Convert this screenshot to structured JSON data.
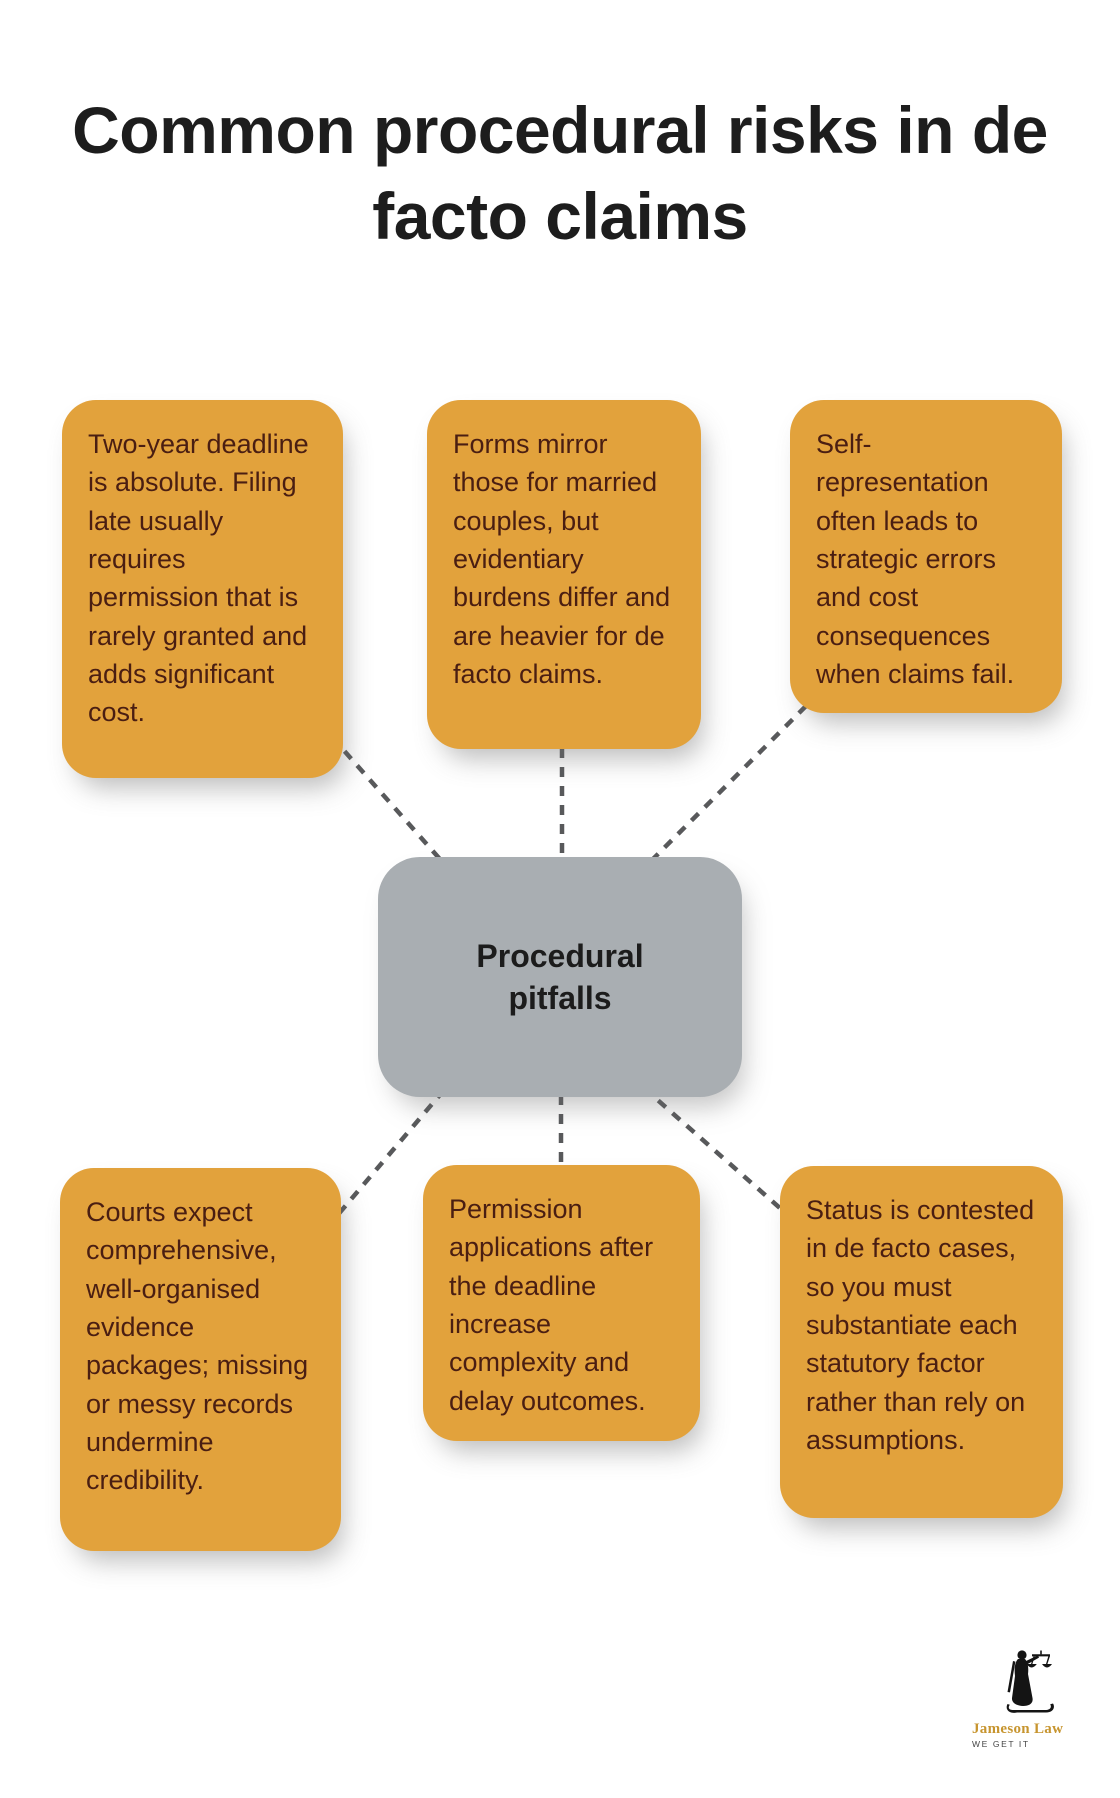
{
  "title_lines": [
    "Common procedural risks in de",
    "facto claims"
  ],
  "center": {
    "label": "Procedural pitfalls"
  },
  "nodes": [
    {
      "id": "deadline",
      "text": "Two-year deadline is absolute. Filing late usually requires permission that is rarely granted and adds significant cost."
    },
    {
      "id": "forms",
      "text": "Forms mirror those for married couples, but evidentiary burdens differ and are heavier for de facto claims."
    },
    {
      "id": "self-representation",
      "text": "Self-representation often leads to strategic errors and cost consequences when claims fail."
    },
    {
      "id": "evidence",
      "text": "Courts expect comprehensive, well-organised evidence packages; missing or messy records undermine credibility."
    },
    {
      "id": "permission",
      "text": "Permission applications after the deadline increase complexity and delay outcomes."
    },
    {
      "id": "status",
      "text": "Status is contested in de facto cases, so you must substantiate each statutory factor rather than rely on assumptions."
    }
  ],
  "logo": {
    "name": "Jameson Law",
    "tagline": "WE GET IT"
  },
  "colors": {
    "node_bg": "#E2A23C",
    "node_text": "#4A1E12",
    "center_bg": "#A9AEB2",
    "center_text": "#1C1C1C",
    "connector": "#58595B",
    "title_text": "#1D1D1D",
    "logo_gold": "#C7952F"
  }
}
